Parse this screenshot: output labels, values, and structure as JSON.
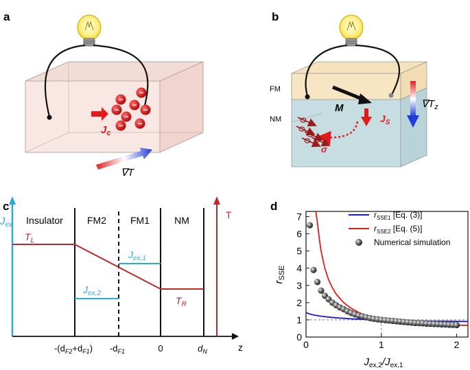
{
  "panels": {
    "a": {
      "label": "a",
      "current_label": "J",
      "current_sub": "c",
      "gradient_label": "∇T",
      "charge_symbol": "−",
      "icons": [
        "light-bulb-icon",
        "current-arrow-icon",
        "temperature-gradient-arrow-icon"
      ]
    },
    "b": {
      "label": "b",
      "fm_label": "FM",
      "nm_label": "NM",
      "m_label": "M",
      "js_label": "J",
      "js_sub": "S",
      "sigma_label": "σ",
      "gradient_label": "∇T",
      "gradient_sub": "z",
      "icons": [
        "light-bulb-icon",
        "magnetization-arrow-icon",
        "spin-current-arrow-icon"
      ]
    },
    "c": {
      "label": "c",
      "y_axis_label": "J",
      "y_axis_sub": "ex",
      "t_axis_label": "T",
      "x_axis_label": "z",
      "regions": [
        "Insulator",
        "FM2",
        "FM1",
        "NM"
      ],
      "tl_label": "T",
      "tl_sub": "L",
      "tr_label": "T",
      "tr_sub": "R",
      "jex1_label": "J",
      "jex1_sub": "ex,1",
      "jex2_label": "J",
      "jex2_sub": "ex,2",
      "x_ticks": {
        "t1_pre": "-(d",
        "t1_a": "F2",
        "t1_mid": "+d",
        "t1_b": "F1",
        "t1_post": ")",
        "t2_pre": "-d",
        "t2_sub": "F1",
        "t3": "0",
        "t4_pre": "d",
        "t4_sub": "N"
      },
      "colors": {
        "exchange": "#29abe2",
        "temperature": "#c1272d"
      }
    },
    "d": {
      "label": "d",
      "ylabel": "r",
      "ylabel_sub": "SSE",
      "xlabel_num": "J",
      "xlabel_num_sub": "ex,2",
      "xlabel_den": "/J",
      "xlabel_den_sub": "ex,1",
      "legend": {
        "s1_pre": "r",
        "s1_sub": "SSE1",
        "s1_post": " [Eq. (3)]",
        "s2_pre": "r",
        "s2_sub": "SSE2",
        "s2_post": " [Eq. (5)]",
        "s3": "Numerical simulation"
      }
    }
  },
  "chart_data": {
    "type": "line",
    "xlim": [
      0,
      2.15
    ],
    "ylim": [
      0,
      7.3
    ],
    "xticks": [
      "0",
      "1",
      "2"
    ],
    "yticks": [
      "0",
      "1",
      "2",
      "3",
      "4",
      "5",
      "6",
      "7"
    ],
    "grid": false,
    "legend_position": "top-right",
    "reference_lines": {
      "y": 1,
      "x": 1
    },
    "series": [
      {
        "name": "rSSE1 [Eq. (3)]",
        "color": "#1a1ad6",
        "x": [
          0,
          0.05,
          0.1,
          0.2,
          0.3,
          0.4,
          0.5,
          0.6,
          0.7,
          0.8,
          0.9,
          1.0,
          1.2,
          1.4,
          1.6,
          1.8,
          2.0,
          2.15
        ],
        "y": [
          1.42,
          1.34,
          1.28,
          1.21,
          1.16,
          1.12,
          1.09,
          1.06,
          1.04,
          1.02,
          1.01,
          1.0,
          0.97,
          0.95,
          0.93,
          0.92,
          0.91,
          0.9
        ]
      },
      {
        "name": "rSSE2 [Eq. (5)]",
        "color": "#e31a1c",
        "x": [
          0.13,
          0.15,
          0.18,
          0.2,
          0.25,
          0.3,
          0.35,
          0.4,
          0.5,
          0.6,
          0.7,
          0.8,
          0.9,
          1.0,
          1.2,
          1.4,
          1.6,
          1.8,
          2.0,
          2.15
        ],
        "y": [
          7.3,
          6.7,
          5.6,
          5.0,
          4.0,
          3.33,
          2.86,
          2.5,
          2.0,
          1.67,
          1.43,
          1.25,
          1.11,
          1.0,
          0.83,
          0.76,
          0.72,
          0.7,
          0.69,
          0.68
        ]
      },
      {
        "name": "Numerical simulation",
        "color": "#222222",
        "marker": "sphere",
        "x": [
          0.05,
          0.1,
          0.15,
          0.2,
          0.25,
          0.3,
          0.35,
          0.4,
          0.45,
          0.5,
          0.55,
          0.6,
          0.65,
          0.7,
          0.75,
          0.8,
          0.85,
          0.9,
          0.95,
          1.0,
          1.05,
          1.1,
          1.15,
          1.2,
          1.25,
          1.3,
          1.35,
          1.4,
          1.45,
          1.5,
          1.55,
          1.6,
          1.65,
          1.7,
          1.75,
          1.8,
          1.85,
          1.9,
          1.95,
          2.0
        ],
        "y": [
          6.5,
          3.9,
          3.2,
          2.7,
          2.4,
          2.2,
          2.0,
          1.85,
          1.72,
          1.62,
          1.5,
          1.4,
          1.32,
          1.25,
          1.2,
          1.15,
          1.1,
          1.06,
          1.03,
          1.0,
          0.98,
          0.96,
          0.94,
          0.92,
          0.9,
          0.88,
          0.86,
          0.84,
          0.82,
          0.81,
          0.8,
          0.78,
          0.77,
          0.76,
          0.75,
          0.74,
          0.73,
          0.72,
          0.71,
          0.7
        ]
      }
    ]
  }
}
